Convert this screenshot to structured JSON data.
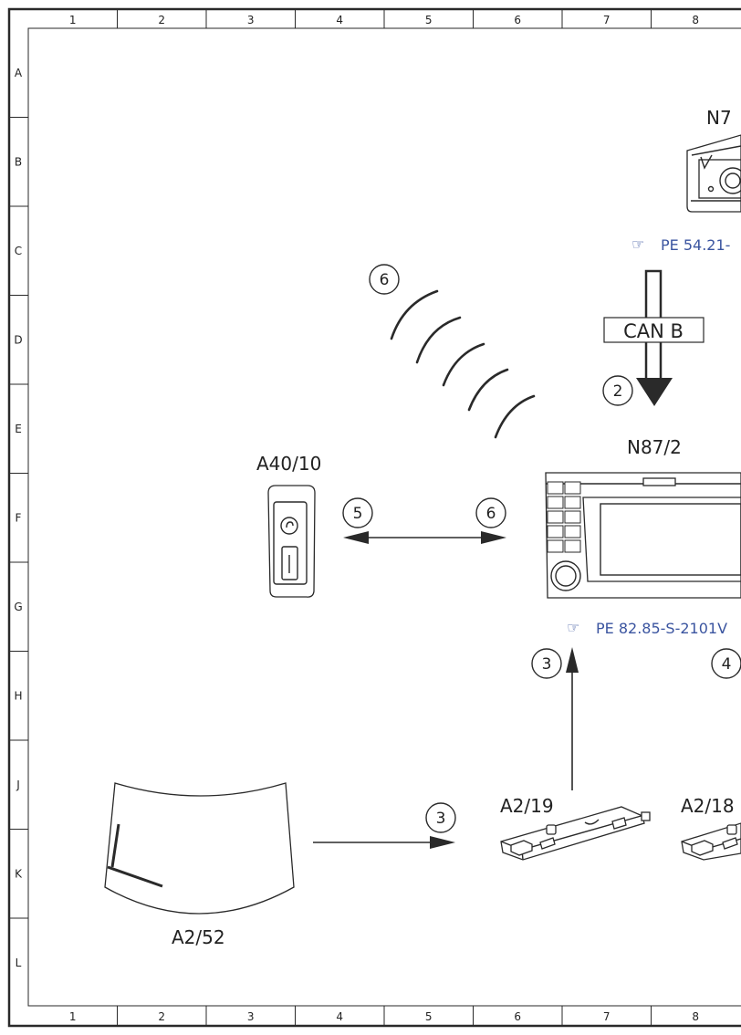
{
  "ruler": {
    "columns": [
      "1",
      "2",
      "3",
      "4",
      "5",
      "6",
      "7",
      "8"
    ],
    "rows": [
      "A",
      "B",
      "C",
      "D",
      "E",
      "F",
      "G",
      "H",
      "J",
      "K",
      "L"
    ]
  },
  "components": {
    "n7": "N7",
    "n87_2": "N87/2",
    "a40_10": "A40/10",
    "a2_19": "A2/19",
    "a2_18": "A2/18",
    "a2_52": "A2/52"
  },
  "references": {
    "ref_top": "PE 54.21-",
    "ref_mid": "PE 82.85-S-2101V",
    "pointer_glyph": "☞"
  },
  "bus": {
    "can_b": "CAN B"
  },
  "markers": {
    "m2": "2",
    "m3_upper": "3",
    "m3_lower": "3",
    "m4": "4",
    "m5": "5",
    "m6_signal": "6",
    "m6_arrow": "6"
  },
  "colors": {
    "reference_text": "#3b55a0",
    "line": "#2a2a2a"
  }
}
